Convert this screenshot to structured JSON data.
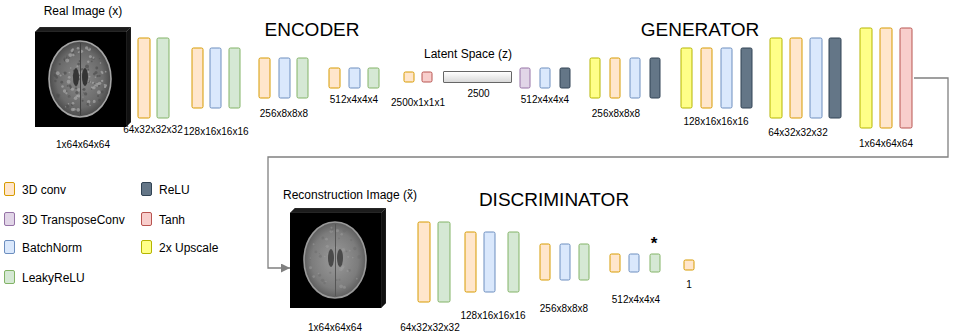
{
  "diagram": {
    "nodes": [
      {
        "text": [
          "Real Image (x)",
          "1x64x64x64"
        ]
      },
      {
        "text": [
          "2500"
        ]
      },
      {
        "text": [
          "1x64x64x64"
        ]
      },
      {
        "text": [
          "Reconstruction Image (x̃)",
          "1x64x64x64"
        ]
      }
    ],
    "edges": [
      {
        "from": 2,
        "to": 3,
        "arrow": "to"
      }
    ],
    "labels": [
      "ENCODER",
      "Latent Space (z)",
      "GENERATOR",
      "64x32x32x32",
      "128x16x16x16",
      "256x8x8x8",
      "512x4x4x4",
      "2500x1x1x1",
      "512x4x4x4",
      "256x8x8x8",
      "128x16x16x16",
      "64x32x32x32",
      "DISCRIMINATOR",
      "64x32x32x32",
      "128x16x16x16",
      "256x8x8x8",
      "512x4x4x4",
      "*",
      "1"
    ],
    "legend": [
      {
        "text": "3D conv",
        "color": "#ffe6cc"
      },
      {
        "text": "3D TransposeConv",
        "color": "#e1d5e7"
      },
      {
        "text": "BatchNorm",
        "color": "#dae8fc"
      },
      {
        "text": "LeakyReLU",
        "color": "#d5e8d4"
      },
      {
        "text": "ReLU",
        "color": "#647687"
      },
      {
        "text": "Tanh",
        "color": "#f8cecc"
      },
      {
        "text": "2x Upscale",
        "color": "#ffff88"
      }
    ]
  }
}
